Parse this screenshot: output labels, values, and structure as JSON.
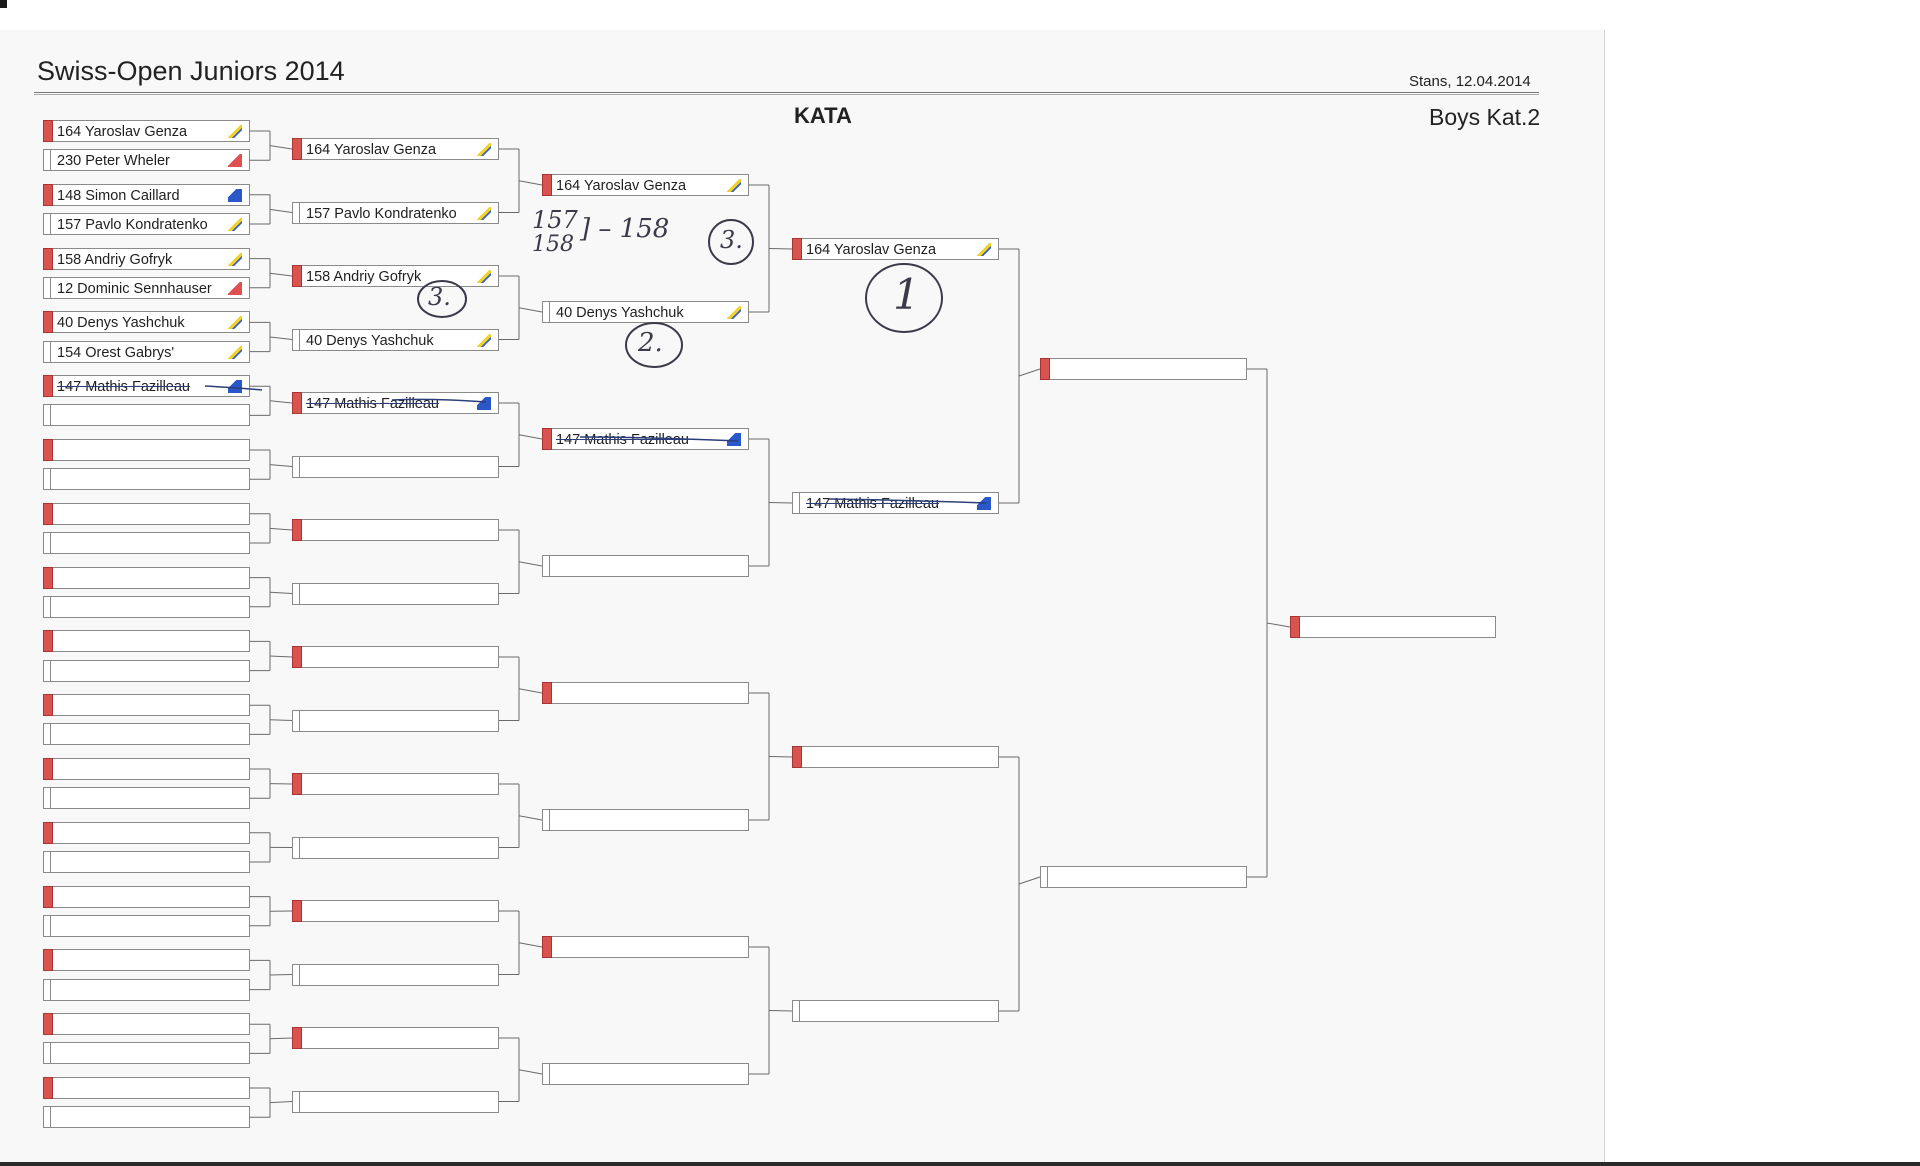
{
  "header": {
    "title": "Swiss-Open Juniors 2014",
    "place_date": "Stans, 12.04.2014",
    "discipline": "KATA",
    "category": "Boys Kat.2"
  },
  "bracket": {
    "round1": [
      {
        "name": "164 Yaroslav Genza",
        "nat": "ukr"
      },
      {
        "name": "230 Peter Wheler",
        "nat": "sui"
      },
      {
        "name": "148 Simon Caillard",
        "nat": "fra"
      },
      {
        "name": "157 Pavlo Kondratenko",
        "nat": "ukr"
      },
      {
        "name": "158 Andriy Gofryk",
        "nat": "ukr"
      },
      {
        "name": "12 Dominic Sennhauser",
        "nat": "sui"
      },
      {
        "name": "40 Denys Yashchuk",
        "nat": "ukr"
      },
      {
        "name": "154 Orest Gabrys'",
        "nat": "ukr"
      },
      {
        "name": "147 Mathis Fazilleau",
        "nat": "fra",
        "struck": true
      },
      {
        "name": ""
      },
      {
        "name": ""
      },
      {
        "name": ""
      },
      {
        "name": ""
      },
      {
        "name": ""
      },
      {
        "name": ""
      },
      {
        "name": ""
      },
      {
        "name": ""
      },
      {
        "name": ""
      },
      {
        "name": ""
      },
      {
        "name": ""
      },
      {
        "name": ""
      },
      {
        "name": ""
      },
      {
        "name": ""
      },
      {
        "name": ""
      },
      {
        "name": ""
      },
      {
        "name": ""
      },
      {
        "name": ""
      },
      {
        "name": ""
      },
      {
        "name": ""
      },
      {
        "name": ""
      },
      {
        "name": ""
      },
      {
        "name": ""
      }
    ],
    "round2": [
      {
        "name": "164 Yaroslav Genza",
        "nat": "ukr"
      },
      {
        "name": "157 Pavlo Kondratenko",
        "nat": "ukr"
      },
      {
        "name": "158 Andriy Gofryk",
        "nat": "ukr"
      },
      {
        "name": "40 Denys Yashchuk",
        "nat": "ukr"
      },
      {
        "name": "147 Mathis Fazilleau",
        "nat": "fra",
        "struck": true
      },
      {
        "name": ""
      },
      {
        "name": ""
      },
      {
        "name": ""
      },
      {
        "name": ""
      },
      {
        "name": ""
      },
      {
        "name": ""
      },
      {
        "name": ""
      },
      {
        "name": ""
      },
      {
        "name": ""
      },
      {
        "name": ""
      },
      {
        "name": ""
      }
    ],
    "round3": [
      {
        "name": "164 Yaroslav Genza",
        "nat": "ukr"
      },
      {
        "name": "40 Denys Yashchuk",
        "nat": "ukr"
      },
      {
        "name": "147 Mathis Fazilleau",
        "nat": "fra",
        "struck": true
      },
      {
        "name": ""
      },
      {
        "name": ""
      },
      {
        "name": ""
      },
      {
        "name": ""
      },
      {
        "name": ""
      }
    ],
    "round4": [
      {
        "name": "164 Yaroslav Genza",
        "nat": "ukr"
      },
      {
        "name": "147 Mathis Fazilleau",
        "nat": "fra",
        "struck": true
      },
      {
        "name": ""
      },
      {
        "name": ""
      }
    ],
    "round5": [
      {
        "name": ""
      },
      {
        "name": ""
      }
    ],
    "final": [
      {
        "name": ""
      }
    ]
  },
  "annotations": {
    "repechage_note_a": "157",
    "repechage_note_b": "158",
    "repechage_result": "] – 158",
    "third_place_mark": "3.",
    "third_place_mark_b": "3.",
    "second_place_mark": "2.",
    "first_place_mark": "1"
  }
}
